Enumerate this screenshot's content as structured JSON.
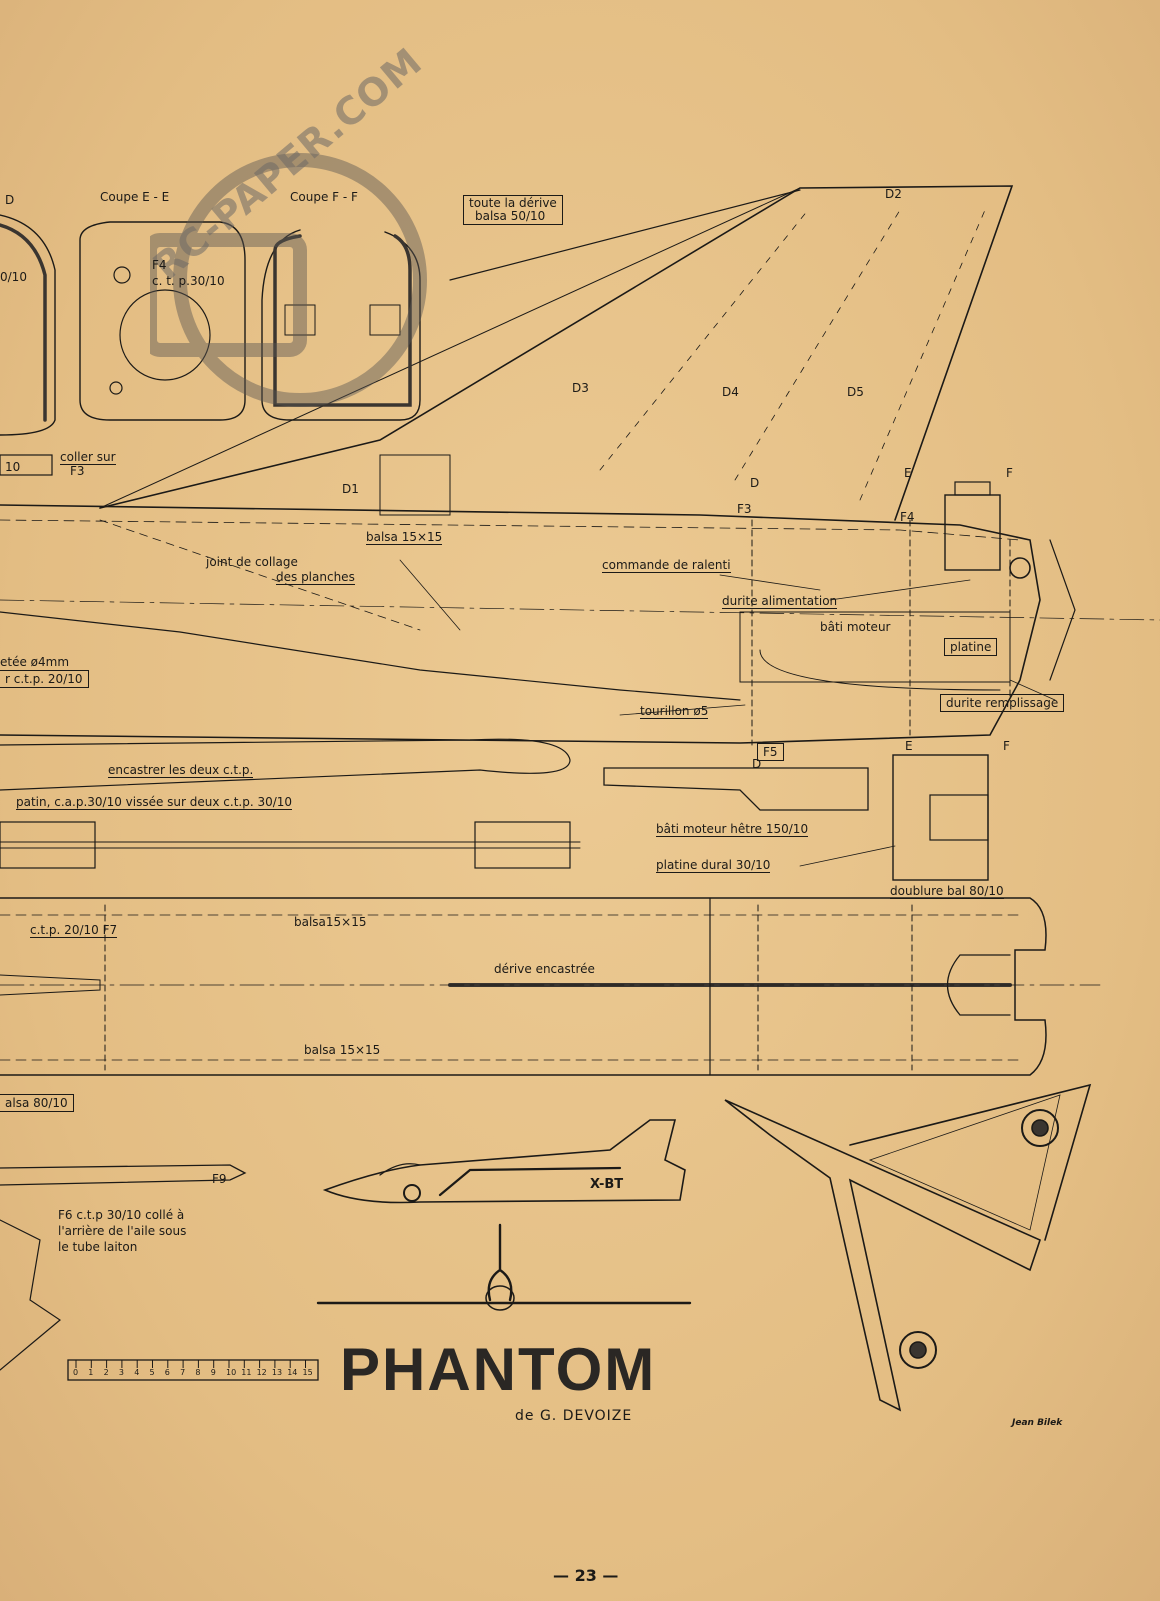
{
  "labels": {
    "section_d": "D",
    "coupe_ee": "Coupe E - E",
    "coupe_ff": "Coupe F - F",
    "derive_note_1": "toute la dérive",
    "derive_note_2": "balsa 50/10",
    "f4": "F4",
    "f4_ctp": "c. t. p.30/10",
    "x10": "0/10",
    "coller_sur": "coller sur",
    "f3_small": "F3",
    "ten": "10",
    "d1": "D1",
    "d2": "D2",
    "d3": "D3",
    "d4": "D4",
    "d5": "D5",
    "d_mark": "D",
    "e_mark": "E",
    "f_mark": "F",
    "f3": "F3",
    "f4_mark": "F4",
    "balsa15_top": "balsa 15×15",
    "joint_1": "joint de collage",
    "joint_2": "des planches",
    "commande": "commande de ralenti",
    "durite_alim": "durite alimentation",
    "bati_moteur": "bâti moteur",
    "platine": "platine",
    "durite_remp": "durite remplissage",
    "tourillon": "tourillon ø5",
    "f5": "F5",
    "d_low": "D",
    "e_low": "E",
    "f_low": "F",
    "tige_1": "etée ø4mm",
    "tige_2": "r c.t.p. 20/10",
    "encastrer": "encastrer les deux c.t.p.",
    "patin": "patin, c.a.p.30/10 vissée sur deux c.t.p. 30/10",
    "bati_hetre": "bâti moteur hêtre 150/10",
    "platine_dural": "platine dural 30/10",
    "doublure": "doublure bal 80/10",
    "ctp_f7": "c.t.p. 20/10 F7",
    "balsa15_mid": "balsa15×15",
    "derive_encastree": "dérive encastrée",
    "balsa15_low": "balsa 15×15",
    "balsa80": "alsa 80/10",
    "f9": "F9",
    "f6_1": "F6 c.t.p 30/10 collé à",
    "f6_2": "l'arrière de l'aile sous",
    "f6_3": "le tube laiton",
    "xbt": "X-BT"
  },
  "ruler": {
    "ticks": [
      "0",
      "1",
      "2",
      "3",
      "4",
      "5",
      "6",
      "7",
      "8",
      "9",
      "10",
      "11",
      "12",
      "13",
      "14",
      "15"
    ]
  },
  "title": "PHANTOM",
  "author": "de  G. DEVOIZE",
  "signature": "Jean Bilek",
  "page_number": "— 23 —",
  "watermark": "RC-PAPER.COM",
  "colors": {
    "paper": "#e6c38c",
    "ink": "#1c1a17"
  }
}
